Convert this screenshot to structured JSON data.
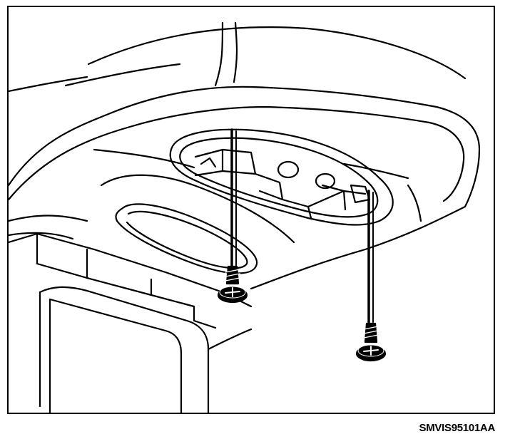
{
  "figure": {
    "code": "SMVIS95101AA"
  },
  "colors": {
    "line": "#000000",
    "fill": "#ffffff",
    "shade": "#e8e8e8"
  },
  "parts": [
    {
      "name": "overhead-console-trim-panel"
    },
    {
      "name": "console-opening"
    },
    {
      "name": "screw"
    },
    {
      "name": "screw"
    }
  ]
}
